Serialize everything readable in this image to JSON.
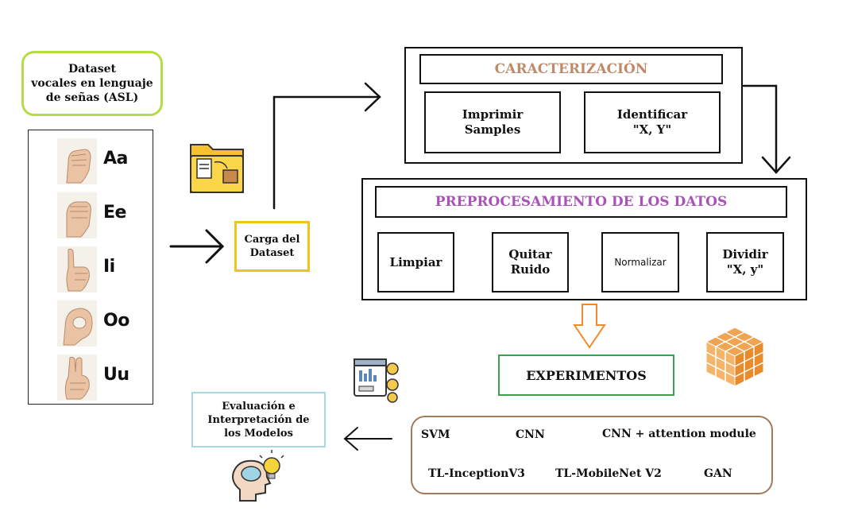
{
  "dataset": {
    "title": "Dataset\nvocales en lenguaje\nde señas (ASL)",
    "vowels": [
      "Aa",
      "Ee",
      "Ii",
      "Oo",
      "Uu"
    ]
  },
  "carga": "Carga del\nDataset",
  "caracterizacion": {
    "title": "CARACTERIZACIÓN",
    "items": [
      "Imprimir\nSamples",
      "Identificar\n\"X, Y\""
    ]
  },
  "preprocesamiento": {
    "title": "PREPROCESAMIENTO DE LOS DATOS",
    "steps": [
      "Limpiar",
      "Quitar\nRuido",
      "Normalizar",
      "Dividir\n\"X, y\""
    ]
  },
  "experimentos": "EXPERIMENTOS",
  "models": [
    "SVM",
    "CNN",
    "CNN + attention module",
    "TL-InceptionV3",
    "TL-MobileNet V2",
    "GAN"
  ],
  "evaluacion": "Evaluación e\nInterpretación de\nlos Modelos",
  "colors": {
    "caracterizacion_title": "#c08a6a",
    "preprocesamiento_title": "#a952b8",
    "dataset_border": "#b5dc45",
    "carga_border": "#f2c413",
    "experimentos_border": "#3aa350",
    "models_border": "#a27a5c",
    "evaluacion_border": "#a9d6e3",
    "down_arrow": "#f08a2c"
  },
  "icons": [
    "hand-sign-icon",
    "folder-icon",
    "cube-grid-icon",
    "dashboard-gear-icon",
    "brain-lightbulb-icon"
  ]
}
